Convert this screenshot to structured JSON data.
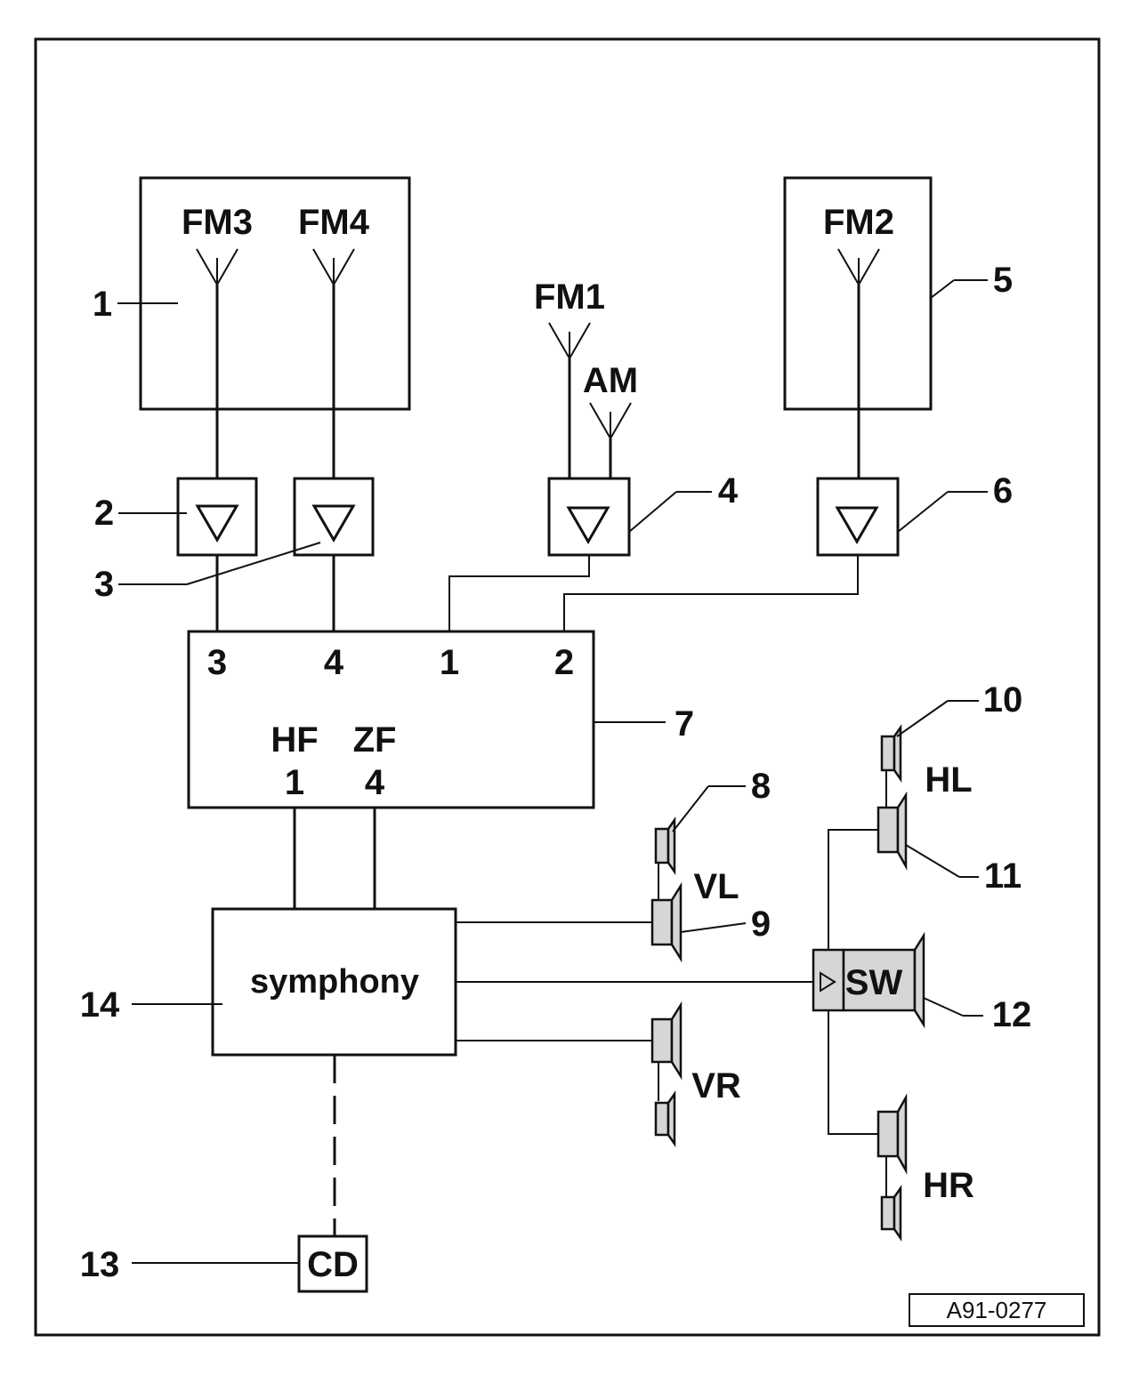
{
  "callouts": {
    "c1": "1",
    "c2": "2",
    "c3": "3",
    "c4": "4",
    "c5": "5",
    "c6": "6",
    "c7": "7",
    "c8": "8",
    "c9": "9",
    "c10": "10",
    "c11": "11",
    "c12": "12",
    "c13": "13",
    "c14": "14"
  },
  "antennas": {
    "fm1": "FM1",
    "fm2": "FM2",
    "fm3": "FM3",
    "fm4": "FM4",
    "am": "AM"
  },
  "tuner": {
    "in3": "3",
    "in4": "4",
    "in1": "1",
    "in2": "2",
    "hf": "HF",
    "hf_num": "1",
    "zf": "ZF",
    "zf_num": "4"
  },
  "amplifier": {
    "label": "symphony"
  },
  "cd_changer": {
    "label": "CD"
  },
  "speakers": {
    "vl": "VL",
    "vr": "VR",
    "hl": "HL",
    "hr": "HR",
    "sw": "SW"
  },
  "figure_ref": "A91-0277"
}
